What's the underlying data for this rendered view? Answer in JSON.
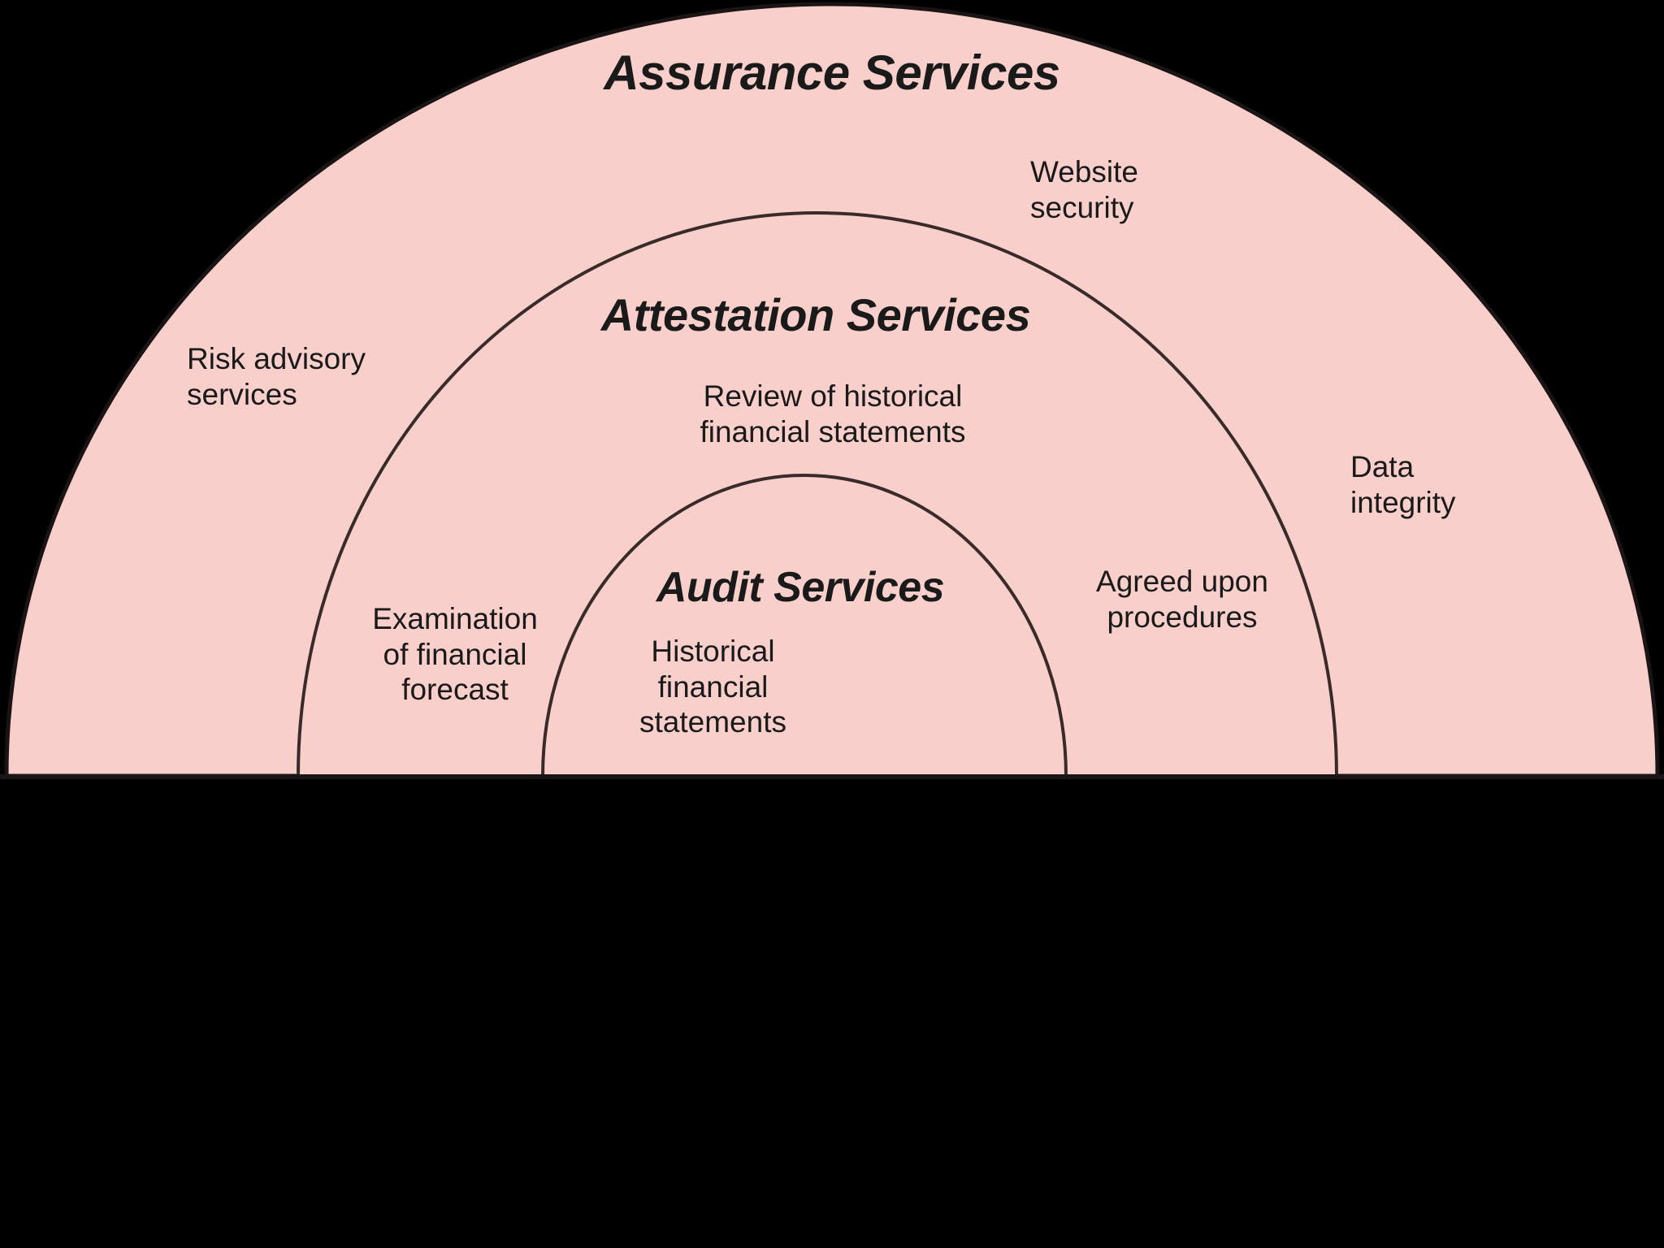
{
  "diagram": {
    "type": "nested-semicircle-venn",
    "title": "Assurance, Attestation and Audit Services",
    "background_color": "#000000",
    "fill_color": "#F9CFCB",
    "stroke_color": "#262020",
    "text_color": "#1A1A1A",
    "rings": [
      {
        "id": "assurance",
        "level": 1,
        "label": "Assurance Services",
        "examples": [
          {
            "id": "risk-advisory",
            "text": "Risk advisory\nservices"
          },
          {
            "id": "website-security",
            "text": "Website\nsecurity"
          },
          {
            "id": "data-integrity",
            "text": "Data\nintegrity"
          }
        ]
      },
      {
        "id": "attestation",
        "level": 2,
        "label": "Attestation Services",
        "examples": [
          {
            "id": "review-historical",
            "text": "Review of historical\nfinancial statements"
          },
          {
            "id": "examination-forecast",
            "text": "Examination\nof financial\nforecast"
          },
          {
            "id": "agreed-upon-procedures",
            "text": "Agreed upon\nprocedures"
          }
        ]
      },
      {
        "id": "audit",
        "level": 3,
        "label": "Audit Services",
        "examples": [
          {
            "id": "historical-financial-statements",
            "text": "Historical\nfinancial\nstatements"
          }
        ]
      }
    ]
  },
  "labels": {
    "assurance_services": "Assurance Services",
    "attestation_services": "Attestation Services",
    "audit_services": "Audit Services",
    "website_security": "Website\nsecurity",
    "risk_advisory_services": "Risk advisory\nservices",
    "review_of_historical_financial_statements": "Review of historical\nfinancial statements",
    "data_integrity": "Data\nintegrity",
    "examination_of_financial_forecast": "Examination\nof financial\nforecast",
    "agreed_upon_procedures": "Agreed upon\nprocedures",
    "historical_financial_statements": "Historical\nfinancial\nstatements"
  }
}
